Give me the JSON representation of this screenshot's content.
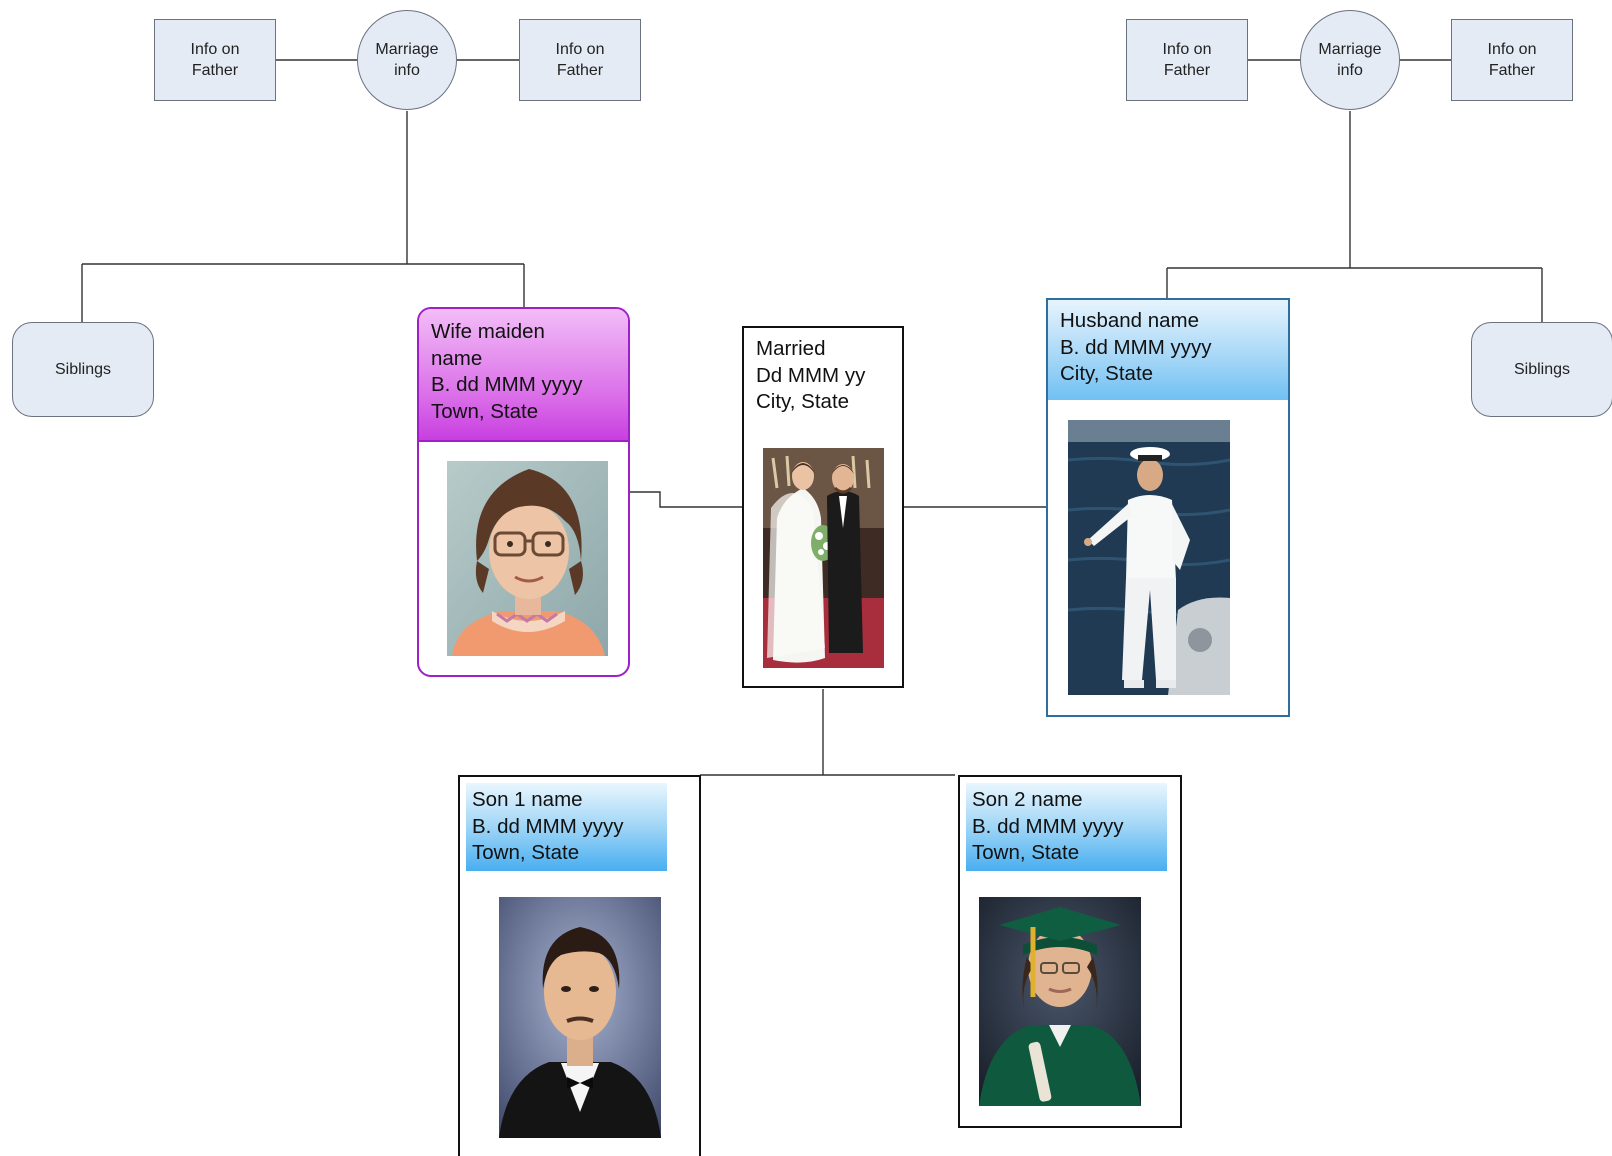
{
  "left_family": {
    "parent_left": [
      "Info on",
      "Father"
    ],
    "marriage": [
      "Marriage",
      "info"
    ],
    "parent_right": [
      "Info on",
      "Father"
    ],
    "siblings": "Siblings"
  },
  "right_family": {
    "parent_left": [
      "Info on",
      "Father"
    ],
    "marriage": [
      "Marriage",
      "info"
    ],
    "parent_right": [
      "Info on",
      "Father"
    ],
    "siblings": "Siblings"
  },
  "wife": {
    "lines": [
      "Wife maiden",
      "name",
      "B. dd MMM yyyy",
      "Town, State"
    ]
  },
  "married": {
    "lines": [
      "Married",
      "Dd MMM yy",
      "City, State"
    ]
  },
  "husband": {
    "lines": [
      "Husband name",
      "B. dd MMM yyyy",
      "City, State"
    ]
  },
  "son1": {
    "lines": [
      "Son 1 name",
      "B. dd MMM yyyy",
      "Town, State"
    ]
  },
  "son2": {
    "lines": [
      "Son 2 name",
      "B. dd MMM yyyy",
      "Town, State"
    ]
  },
  "colors": {
    "box_fill": "#e4ebf5",
    "wife_accent": "#a020c8",
    "husband_accent": "#2f6f9f",
    "blue_header": "#4aa9ee"
  },
  "icons": {
    "wife_photo": "girl-portrait-photo",
    "wedding_photo": "wedding-couple-photo",
    "husband_photo": "navy-officer-photo",
    "son1_photo": "tuxedo-portrait-photo",
    "son2_photo": "graduation-portrait-photo"
  }
}
